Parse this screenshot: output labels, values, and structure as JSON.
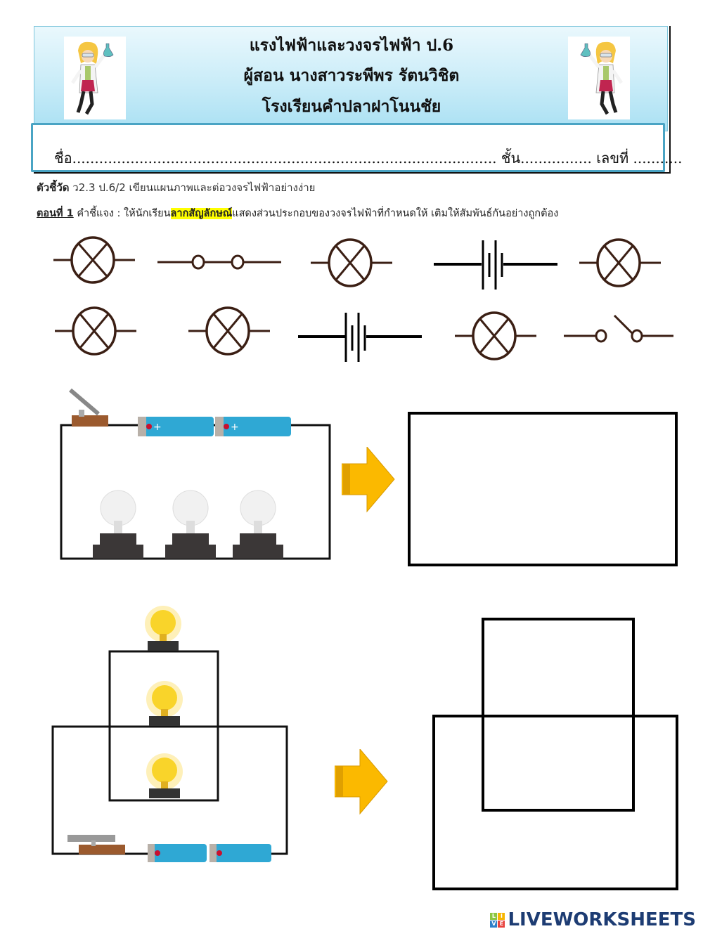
{
  "header": {
    "title": "แรงไฟฟ้าและวงจรไฟฟ้า  ป.6",
    "teacher": "ผู้สอน นางสาวระพีพร รัตนวิชิต",
    "school": "โรงเรียนคำปลาฝาโนนชัย",
    "name_line": "ชื่อ...............................................................................................  ชั้น................  เลขที่ ..........."
  },
  "indicator": {
    "label": "ตัวชี้วัด",
    "text": " ว2.3 ป.6/2 เขียนแผนภาพและต่อวงจรไฟฟ้าอย่างง่าย"
  },
  "instruction": {
    "step": "ตอนที่ 1",
    "prefix": " คำชี้แจง : ให้นักเรียน",
    "highlight": "ลากสัญลักษณ์",
    "suffix": "แสดงส่วนประกอบของวงจรไฟฟ้าที่กำหนดให้  เติมให้สัมพันธ์กันอย่างถูกต้อง",
    "highlight_color": "#ffff00"
  },
  "symbols": {
    "row1": [
      "bulb",
      "open-contacts",
      "bulb",
      "battery",
      "bulb"
    ],
    "row2": [
      "bulb",
      "bulb",
      "battery",
      "bulb",
      "switch"
    ],
    "stroke_color": "#3b1f14"
  },
  "circuits": [
    {
      "type": "series",
      "components": [
        "knife-switch",
        "battery",
        "battery",
        "bulb-off",
        "bulb-off",
        "bulb-off"
      ]
    },
    {
      "type": "parallel",
      "components": [
        "bulb-on",
        "bulb-on",
        "bulb-on",
        "knife-switch",
        "battery",
        "battery"
      ]
    }
  ],
  "arrow_color": "#fbb900",
  "footer": {
    "logo_letters": [
      "L",
      "I",
      "V",
      "E"
    ],
    "logo_text": "LIVEWORKSHEETS",
    "logo_color": "#1d3c73"
  }
}
